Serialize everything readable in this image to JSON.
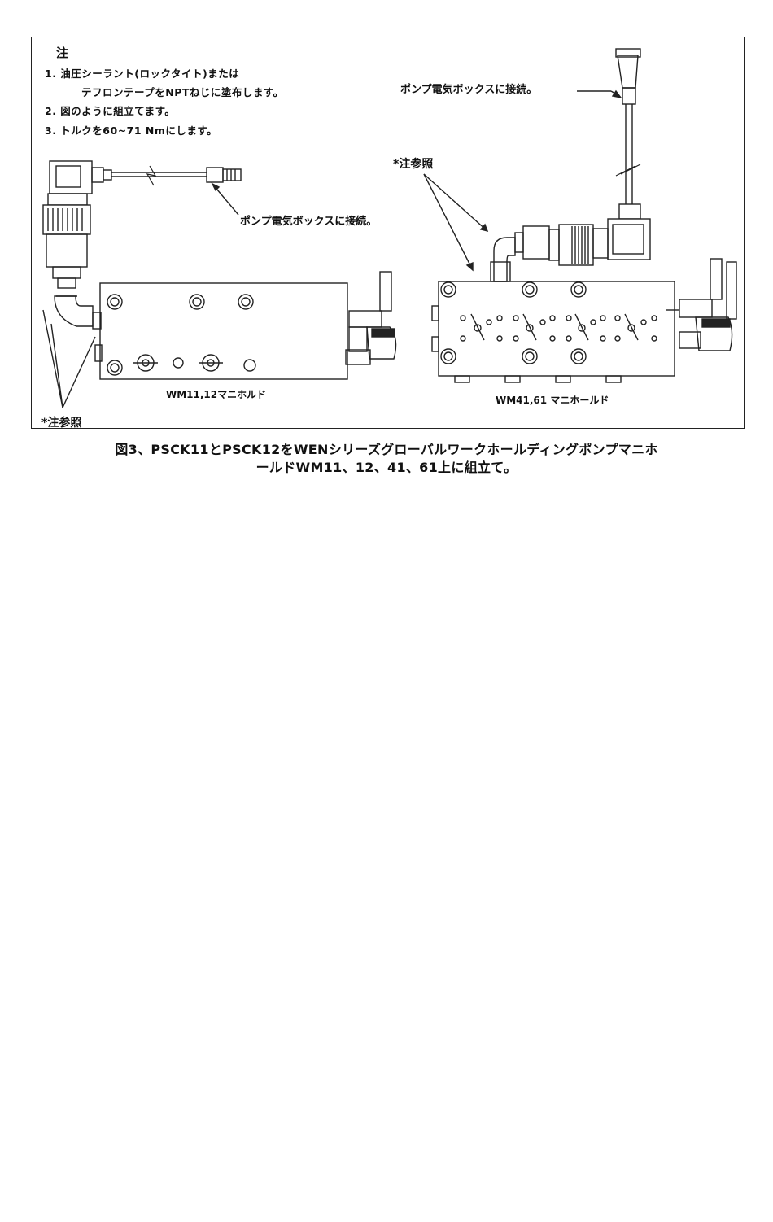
{
  "notes": {
    "title": "注",
    "items": [
      "1.  油圧シーラント(ロックタイト)または",
      "テフロンテープをNPTねじに塗布します。",
      "2.  図のように組立てます。",
      "3.  トルクを60~71 Nmにします。"
    ]
  },
  "callouts": {
    "pump_box_left": "ポンプ電気ボックスに接続。",
    "pump_box_right": "ポンプ電気ボックスに接続。",
    "see_note_right": "*注参照",
    "see_note_left": "*注参照"
  },
  "manifolds": {
    "left_label": "WM11,12マニホルド",
    "right_label": "WM41,61 マニホールド"
  },
  "caption": {
    "line1": "図3、PSCK11とPSCK12をWENシリーズグローバルワークホールディングポンプマニホ",
    "line2": "ールドWM11、12、41、61上に組立て。"
  },
  "icons": {
    "pressure_switch_left": "pressure-switch-icon",
    "pressure_switch_right": "pressure-switch-icon",
    "connector": "cable-connector-icon",
    "elbow": "elbow-fitting-icon",
    "valve": "valve-handle-icon"
  }
}
